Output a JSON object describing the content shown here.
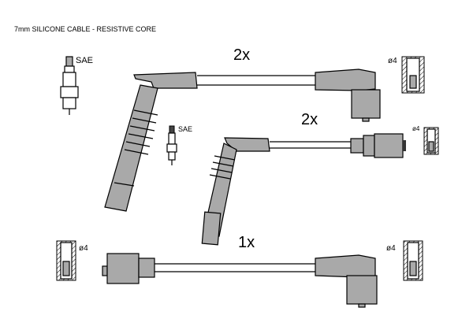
{
  "title": "7mm SILICONE CABLE - RESISTIVE CORE",
  "labels": {
    "plug_large": "SAE",
    "plug_small": "SAE",
    "qty_cable_1": "2x",
    "qty_cable_2": "2x",
    "qty_cable_3": "1x",
    "term_1": "ø4",
    "term_2": "ø4",
    "term_3": "ø4",
    "term_4": "ø4"
  },
  "colors": {
    "part_fill": "#a9a9a9",
    "line": "#000000"
  }
}
